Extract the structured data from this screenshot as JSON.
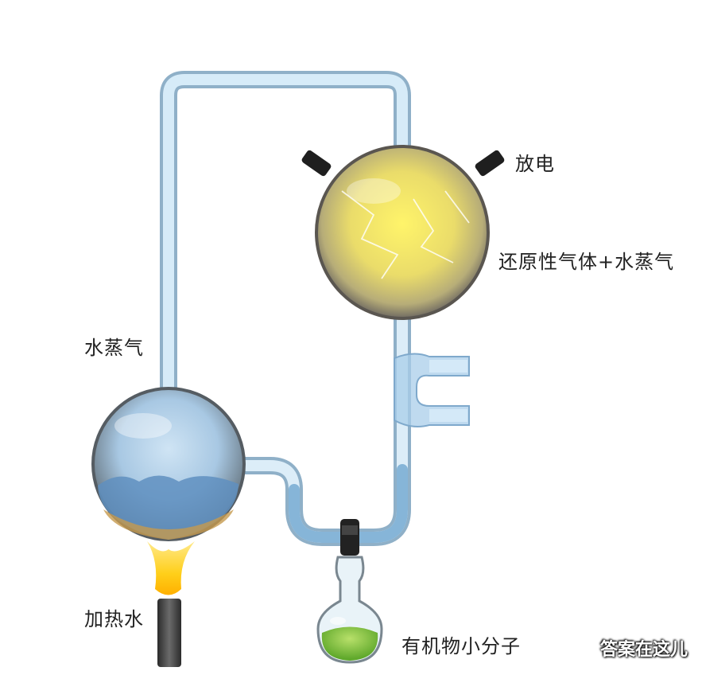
{
  "labels": {
    "discharge": "放电",
    "gas_mix": "还原性气体+水蒸气",
    "steam": "水蒸气",
    "heat_water": "加热水",
    "organic_molecules": "有机物小分子"
  },
  "watermark": "答案在这儿",
  "colors": {
    "tube": "#b9d9ee",
    "water": "#7fb2d8",
    "gas": "#f0e04a",
    "flame": "#ffd21f",
    "product": "#7cc43a",
    "valve": "#222222"
  }
}
